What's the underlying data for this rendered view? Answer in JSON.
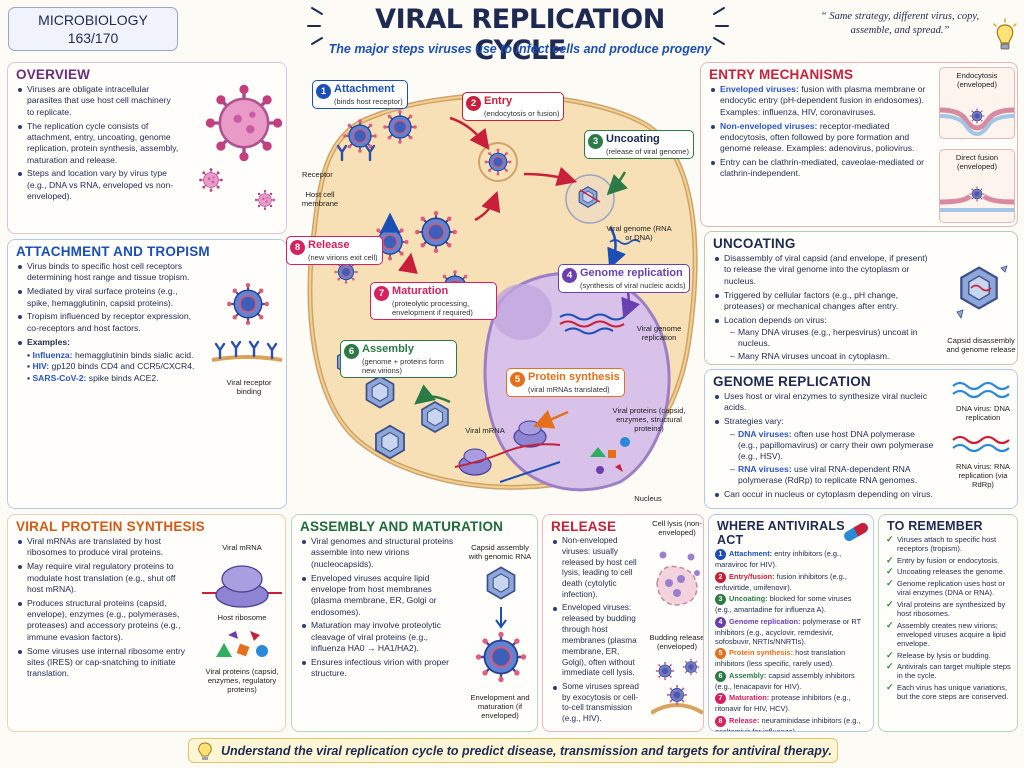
{
  "course": {
    "line1": "MICROBIOLOGY",
    "line2": "163/170"
  },
  "title": "VIRAL REPLICATION CYCLE",
  "subtitle": "The major steps viruses use to infect cells and produce progeny",
  "quote": "“ Same strategy, different virus, copy, assemble, and spread.”",
  "colors": {
    "navy": "#1e2a52",
    "red": "#c8203a",
    "green": "#2c7a46",
    "blue": "#1b4fb5",
    "purple": "#6a3fb0",
    "orange": "#e5701c",
    "pink": "#d6215f",
    "teal": "#1d7a6a"
  },
  "overview": {
    "title": "OVERVIEW",
    "bullets": [
      "Viruses are obligate intracellular parasites that use host cell machinery to replicate.",
      "The replication cycle consists of attachment, entry, uncoating, genome replication, protein synthesis, assembly, maturation and release.",
      "Steps and location vary by virus type (e.g., DNA vs RNA, enveloped vs non-enveloped)."
    ]
  },
  "attachment": {
    "title": "ATTACHMENT AND TROPISM",
    "bullets": [
      "Virus binds to specific host cell receptors determining host range and tissue tropism.",
      "Mediated by viral surface proteins (e.g., spike, hemagglutinin, capsid proteins).",
      "Tropism influenced by receptor expression, co-receptors and host factors."
    ],
    "examples_label": "Examples:",
    "examples": [
      {
        "name": "Influenza:",
        "text": "hemagglutinin binds sialic acid."
      },
      {
        "name": "HIV:",
        "text": "gp120 binds CD4 and CCR5/CXCR4."
      },
      {
        "name": "SARS-CoV-2:",
        "text": "spike binds ACE2."
      }
    ],
    "caption": "Viral receptor binding"
  },
  "entry": {
    "title": "ENTRY MECHANISMS",
    "items": [
      {
        "name": "Enveloped viruses:",
        "text": "fusion with plasma membrane or endocytic entry (pH-dependent fusion in endosomes). Examples: influenza, HIV, coronaviruses."
      },
      {
        "name": "Non-enveloped viruses:",
        "text": "receptor-mediated endocytosis, often followed by pore formation and genome release. Examples: adenovirus, poliovirus."
      },
      {
        "name": "",
        "text": "Entry can be clathrin-mediated, caveolae-mediated or clathrin-independent."
      }
    ],
    "endocytosis": "Endocytosis (enveloped)",
    "fusion": "Direct fusion (enveloped)"
  },
  "uncoating": {
    "title": "UNCOATING",
    "bullets": [
      "Disassembly of viral capsid (and envelope, if present) to release the viral genome into the cytoplasm or nucleus.",
      "Triggered by cellular factors (e.g., pH change, proteases) or mechanical changes after entry.",
      "Location depends on virus:"
    ],
    "sub": [
      "Many DNA viruses (e.g., herpesvirus) uncoat in nucleus.",
      "Many RNA viruses uncoat in cytoplasm."
    ],
    "caption": "Capsid disassembly and genome release"
  },
  "genome": {
    "title": "GENOME REPLICATION",
    "bullets": [
      "Uses host or viral enzymes to synthesize viral nucleic acids.",
      "Strategies vary:"
    ],
    "sub": [
      {
        "name": "DNA viruses:",
        "text": "often use host DNA polymerase (e.g., papillomavirus) or carry their own polymerase (e.g., HSV)."
      },
      {
        "name": "RNA viruses:",
        "text": "use viral RNA-dependent RNA polymerase (RdRp) to replicate RNA genomes."
      }
    ],
    "last": "Can occur in nucleus or cytoplasm depending on virus.",
    "dna_caption": "DNA virus: DNA replication",
    "rna_caption": "RNA virus: RNA replication (via RdRp)"
  },
  "protein": {
    "title": "VIRAL PROTEIN SYNTHESIS",
    "bullets": [
      "Viral mRNAs are translated by host ribosomes to produce viral proteins.",
      "May require viral regulatory proteins to modulate host translation (e.g., shut off host mRNA).",
      "Produces structural proteins (capsid, envelope), enzymes (e.g., polymerases, proteases) and accessory proteins (e.g., immune evasion factors).",
      "Some viruses use internal ribosome entry sites (IRES) or cap-snatching to initiate translation."
    ],
    "mrna": "Viral mRNA",
    "ribosome": "Host ribosome",
    "proteins": "Viral proteins (capsid, enzymes, regulatory proteins)"
  },
  "assembly": {
    "title": "ASSEMBLY AND MATURATION",
    "bullets": [
      "Viral genomes and structural proteins assemble into new virions (nucleocapsids).",
      "Enveloped viruses acquire lipid envelope from host membranes (plasma membrane, ER, Golgi or endosomes).",
      "Maturation may involve proteolytic cleavage of viral proteins (e.g., influenza HA0 → HA1/HA2).",
      "Ensures infectious virion with proper structure."
    ],
    "cap1": "Capsid assembly with genomic RNA",
    "cap2": "Envelopment and maturation (if enveloped)"
  },
  "release": {
    "title": "RELEASE",
    "bullets": [
      "Non-enveloped viruses: usually released by host cell lysis, leading to cell death (cytolytic infection).",
      "Enveloped viruses: released by budding through host membranes (plasma membrane, ER, Golgi), often without immediate cell lysis.",
      "Some viruses spread by exocytosis or cell-to-cell transmission (e.g., HIV)."
    ],
    "lysis": "Cell lysis (non-enveloped)",
    "budding": "Budding release (enveloped)"
  },
  "antivirals": {
    "title": "WHERE ANTIVIRALS ACT",
    "items": [
      {
        "n": "1",
        "name": "Attachment:",
        "text": "entry inhibitors (e.g., maraviroc for HIV)."
      },
      {
        "n": "2",
        "name": "Entry/fusion:",
        "text": "fusion inhibitors (e.g., enfuvirtide, umifenovir)."
      },
      {
        "n": "3",
        "name": "Uncoating:",
        "text": "blocked for some viruses (e.g., amantadine for influenza A)."
      },
      {
        "n": "4",
        "name": "Genome replication:",
        "text": "polymerase or RT inhibitors (e.g., acyclovir, remdesivir, sofosbuvir, NRTIs/NNRTIs)."
      },
      {
        "n": "5",
        "name": "Protein synthesis:",
        "text": "host translation inhibitors (less specific, rarely used)."
      },
      {
        "n": "6",
        "name": "Assembly:",
        "text": "capsid assembly inhibitors (e.g., lenacapavir for HIV)."
      },
      {
        "n": "7",
        "name": "Maturation:",
        "text": "protease inhibitors (e.g., ritonavir for HIV, HCV)."
      },
      {
        "n": "8",
        "name": "Release:",
        "text": "neuraminidase inhibitors (e.g., oseltamivir for influenza)."
      }
    ]
  },
  "remember": {
    "title": "TO REMEMBER",
    "items": [
      "Viruses attach to specific host receptors (tropism).",
      "Entry by fusion or endocytosis.",
      "Uncoating releases the genome.",
      "Genome replication uses host or viral enzymes (DNA or RNA).",
      "Viral proteins are synthesized by host ribosomes.",
      "Assembly creates new virions; enveloped viruses acquire a lipid envelope.",
      "Release by lysis or budding.",
      "Antivirals can target multiple steps in the cycle.",
      "Each virus has unique variations, but the core steps are conserved."
    ]
  },
  "diagram": {
    "receptor": "Receptor",
    "membrane": "Host cell membrane",
    "viral_genome": "Viral genome (RNA or DNA)",
    "genome_replication": "Viral genome replication",
    "viral_mrna": "Viral mRNA",
    "viral_proteins": "Viral proteins (capsid, enzymes, structural proteins)",
    "nucleus": "Nucleus",
    "steps": [
      {
        "n": "1",
        "title": "Attachment",
        "sub": "(binds host receptor)"
      },
      {
        "n": "2",
        "title": "Entry",
        "sub": "(endocytosis or fusion)"
      },
      {
        "n": "3",
        "title": "Uncoating",
        "sub": "(release of viral genome)"
      },
      {
        "n": "4",
        "title": "Genome replication",
        "sub": "(synthesis of viral nucleic acids)"
      },
      {
        "n": "5",
        "title": "Protein synthesis",
        "sub": "(viral mRNAs translated)"
      },
      {
        "n": "6",
        "title": "Assembly",
        "sub": "(genome + proteins form new virions)"
      },
      {
        "n": "7",
        "title": "Maturation",
        "sub": "(proteolytic processing, envelopment if required)"
      },
      {
        "n": "8",
        "title": "Release",
        "sub": "(new virions exit cell)"
      }
    ]
  },
  "footer": "Understand the viral replication cycle to predict disease, transmission and targets for antiviral therapy."
}
